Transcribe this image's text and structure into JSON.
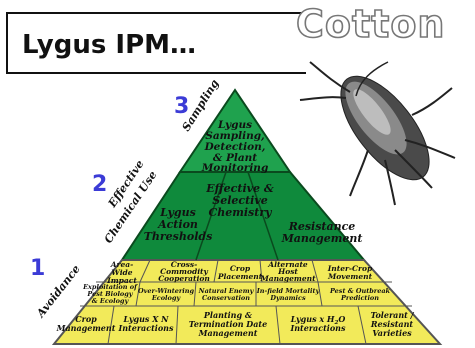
{
  "title": "Lygus IPM…",
  "cotton_label": "Cotton",
  "tiers": [
    {
      "number": "3",
      "side_label": "Sampling",
      "color": "#1a9a4a"
    },
    {
      "number": "2",
      "side_label_1": "Effective",
      "side_label_2": "Chemical Use",
      "color": "#0f8a3c"
    },
    {
      "number": "1",
      "side_label": "Avoidance",
      "color": "#f2ea5a"
    }
  ],
  "apex": {
    "line1": "Lygus",
    "line2": "Sampling,",
    "line3": "Detection,",
    "line4": "& Plant",
    "line5": "Monitoring"
  },
  "middle": {
    "left_1": "Lygus",
    "left_2": "Action",
    "left_3": "Thresholds",
    "center_1": "Effective &",
    "center_2": "Selective",
    "center_3": "Chemistry",
    "right_1": "Resistance",
    "right_2": "Management"
  },
  "base": {
    "r1_area_1": "Area-",
    "r1_area_2": "Wide",
    "r1_area_3": "Impact",
    "r1_cross_1": "Cross-",
    "r1_cross_2": "Commodity",
    "r1_cross_3": "Cooperation",
    "r1_crop_1": "Crop",
    "r1_crop_2": "Placement",
    "r1_alt_1": "Alternate",
    "r1_alt_2": "Host",
    "r1_alt_3": "Management",
    "r1_inter_1": "Inter-Crop",
    "r1_inter_2": "Movement",
    "r2_expl_1": "Exploitation of",
    "r2_expl_2": "Pest Biology",
    "r2_expl_3": "& Ecology",
    "r2_over_1": "Over-Wintering",
    "r2_over_2": "Ecology",
    "r2_nat_1": "Natural Enemy",
    "r2_nat_2": "Conservation",
    "r2_infield_1": "In-field Mortality",
    "r2_infield_2": "Dynamics",
    "r2_pest_1": "Pest & Outbreak",
    "r2_pest_2": "Prediction",
    "r3_cropm_1": "Crop",
    "r3_cropm_2": "Management",
    "r3_lygn_1": "Lygus X N",
    "r3_lygn_2": "Interactions",
    "r3_plant_1": "Planting &",
    "r3_plant_2": "Termination Date",
    "r3_plant_3": "Management",
    "r3_h2o_1": "Lygus x H",
    "r3_h2o_sub": "2",
    "r3_h2o_2": "O",
    "r3_h2o_3": "Interactions",
    "r3_tol_1": "Tolerant /",
    "r3_tol_2": "Resistant",
    "r3_tol_3": "Varieties"
  }
}
